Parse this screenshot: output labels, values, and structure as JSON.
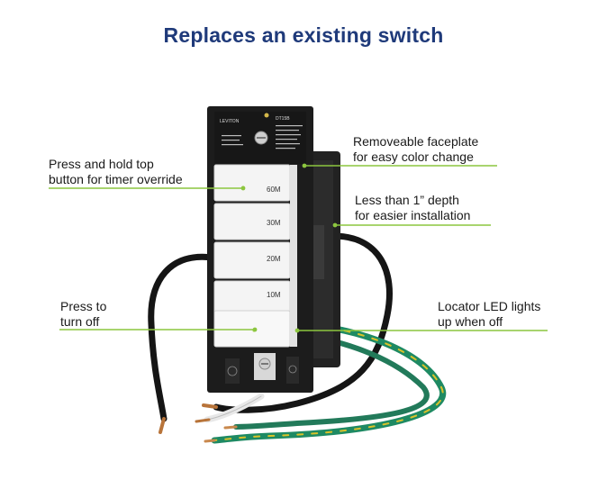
{
  "title": "Replaces an existing switch",
  "callouts": {
    "timer_override": [
      "Press and hold top",
      "button for timer override"
    ],
    "faceplate": [
      "Removeable faceplate",
      "for easy color change"
    ],
    "depth": [
      "Less than 1” depth",
      "for easier installation"
    ],
    "turn_off": [
      "Press to",
      "turn off"
    ],
    "locator_led": [
      "Locator LED lights",
      "up when off"
    ]
  },
  "switch": {
    "brand": "LEVITON",
    "model": "DT15B",
    "buttons": [
      "60M",
      "30M",
      "20M",
      "10M",
      ""
    ]
  },
  "colors": {
    "title": "#1f3a7a",
    "callout_line": "#8cc63f",
    "switch_body": "#1c1c1c",
    "buttons": "#f4f4f4",
    "wire_green": "#1e8a63",
    "wire_yellow": "#d9c22a"
  }
}
